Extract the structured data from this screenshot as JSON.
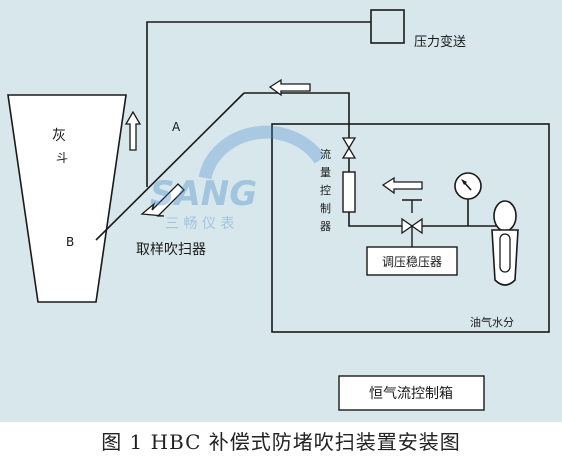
{
  "labels": {
    "pressure_transmitter": "压力变送",
    "hopper": "灰斗",
    "point_a": "A",
    "point_b": "B",
    "sampling_blower": "取样吹扫器",
    "flow_controller": "流量控制器",
    "pressure_regulator": "调压稳压器",
    "oil_gas_water": "油气水分",
    "constant_gas_box": "恒气流控制箱"
  },
  "watermark": {
    "brand": "SANG",
    "chinese": "三 畅 仪 表"
  },
  "caption": "图 1      HBC 补偿式防堵吹扫装置安装图",
  "colors": {
    "background": "#d7e7ec",
    "line": "#1a1a1a",
    "watermark": "#3f86c9"
  }
}
